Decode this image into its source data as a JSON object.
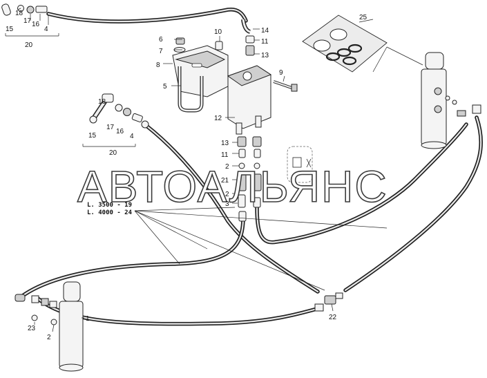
{
  "watermark": "АВТОАЛЬЯНС",
  "hose_note": [
    "L. 3500 - 19",
    "L. 4000 - 24"
  ],
  "callouts": {
    "c1": "1",
    "c2a": "2",
    "c2b": "2",
    "c2c": "2",
    "c3": "3",
    "c4a": "4",
    "c4b": "4",
    "c5": "5",
    "c6": "6",
    "c7": "7",
    "c8": "8",
    "c9": "9",
    "c10": "10",
    "c11a": "11",
    "c11b": "11",
    "c12": "12",
    "c13a": "13",
    "c13b": "13",
    "c14": "14",
    "c15a": "15",
    "c15b": "15",
    "c16a": "16",
    "c16b": "16",
    "c17a": "17",
    "c17b": "17",
    "c18a": "18",
    "c18b": "18",
    "c20a": "20",
    "c20b": "20",
    "c21": "21",
    "c22": "22",
    "c23": "23",
    "c25": "25"
  },
  "colors": {
    "line": "#1f1f1f",
    "watermark_stroke": "#3b3b3b",
    "background": "#ffffff"
  }
}
